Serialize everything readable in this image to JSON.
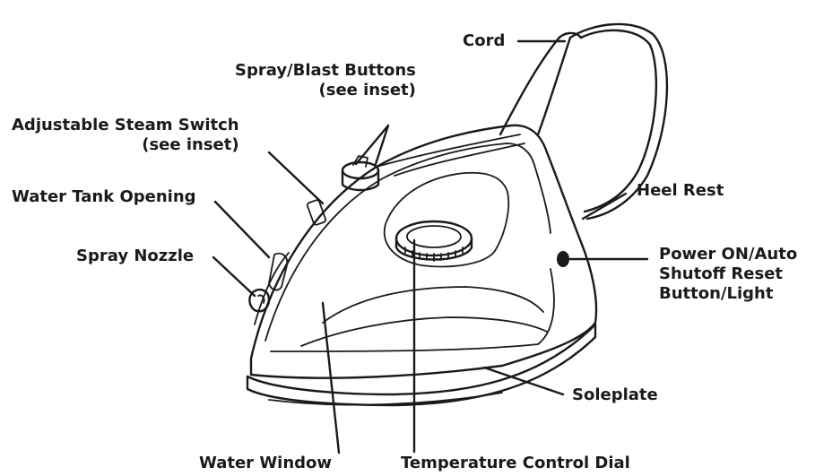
{
  "labels": {
    "cord": "Cord",
    "spray_blast_line1": "Spray/Blast Buttons",
    "spray_blast_line2": "(see inset)",
    "steam_switch_line1": "Adjustable Steam Switch",
    "steam_switch_line2": "(see inset)",
    "water_tank_opening": "Water Tank Opening",
    "spray_nozzle": "Spray Nozzle",
    "heel_rest": "Heel Rest",
    "power_line1": "Power ON/Auto",
    "power_line2": "Shutoff Reset",
    "power_line3": "Button/Light",
    "soleplate": "Soleplate",
    "water_window": "Water Window",
    "temperature_dial": "Temperature Control Dial"
  },
  "colors": {
    "ink": "#1a1a1a",
    "background": "#ffffff"
  },
  "icons": {
    "power_button": "power-button-dot"
  }
}
